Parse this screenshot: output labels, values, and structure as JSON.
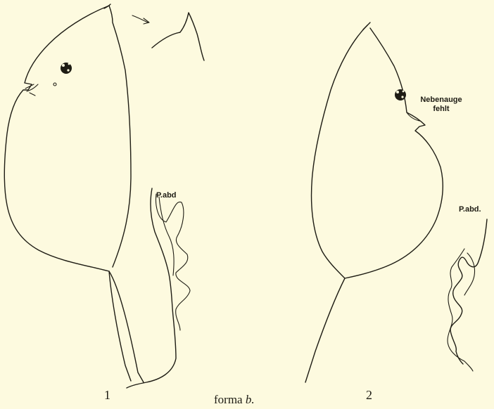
{
  "figures": [
    {
      "number": "1",
      "labels": {
        "postabdomen": "P.abd"
      }
    },
    {
      "number": "2",
      "labels": {
        "eye_note_line1": "Nebenauge",
        "eye_note_line2": "fehlt",
        "postabdomen": "P.abd."
      }
    }
  ],
  "caption": {
    "prefix": "forma",
    "variant": "b."
  }
}
